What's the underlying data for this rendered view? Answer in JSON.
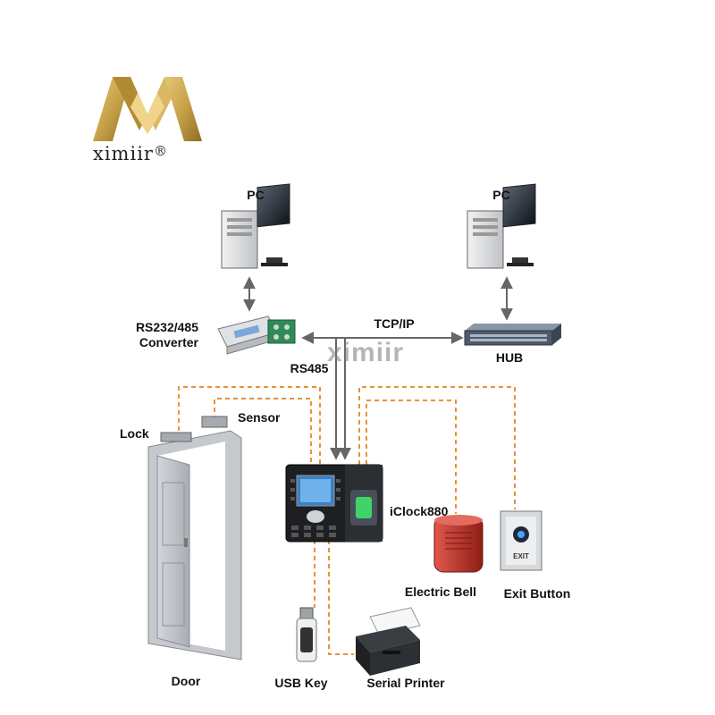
{
  "brand": {
    "name": "ximiir",
    "mark": "®",
    "watermark": "ximiir",
    "gold": "#c8a24a"
  },
  "labels": {
    "pc_left": "PC",
    "pc_right": "PC",
    "converter_line1": "RS232/485",
    "converter_line2": "Converter",
    "tcpip": "TCP/IP",
    "hub": "HUB",
    "rs485": "RS485",
    "lock": "Lock",
    "sensor": "Sensor",
    "device": "iClock880",
    "bell": "Electric Bell",
    "exit_button": "Exit Button",
    "door": "Door",
    "usb_key": "USB Key",
    "printer": "Serial Printer"
  },
  "device_screen": {
    "exit_plate_text": "EXIT"
  },
  "colors": {
    "wire": "#e8923a",
    "arrow": "#666666",
    "bell": "#c8352d",
    "door": "#b9bcc2"
  }
}
